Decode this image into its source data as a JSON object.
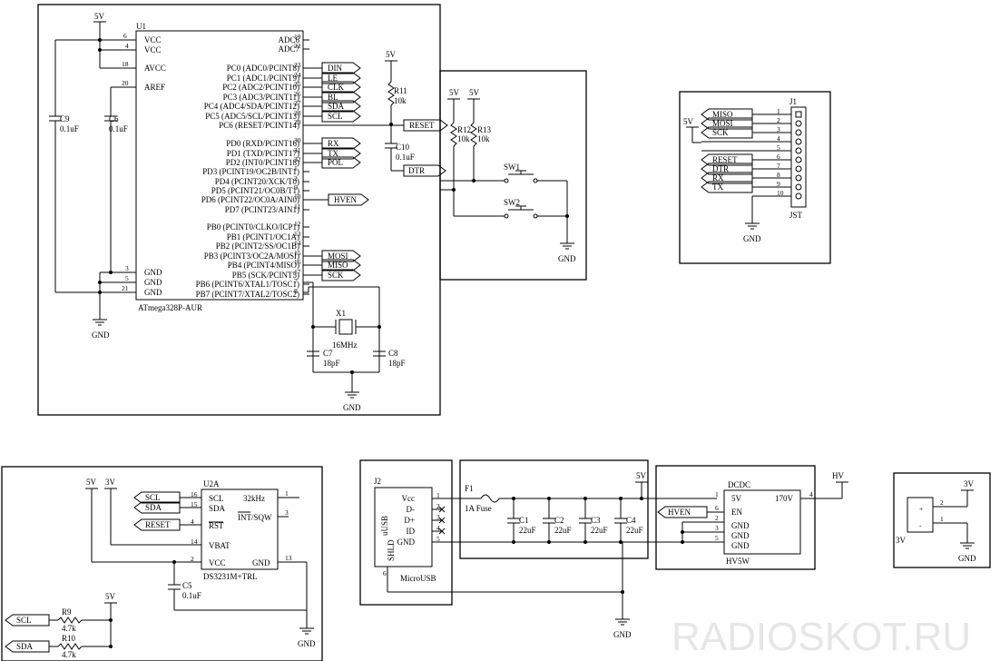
{
  "watermark": "RADIOSKOT.RU",
  "mcu": {
    "ref": "U1",
    "part": "ATmega328P-AUR",
    "rail_5v": "5V",
    "gnd": "GND",
    "power_pins": [
      {
        "num": "6",
        "name": "VCC"
      },
      {
        "num": "4",
        "name": "VCC"
      },
      {
        "num": "18",
        "name": "AVCC"
      },
      {
        "num": "20",
        "name": "AREF"
      }
    ],
    "gnd_pins": [
      {
        "num": "3",
        "name": "GND"
      },
      {
        "num": "5",
        "name": "GND"
      },
      {
        "num": "21",
        "name": "GND"
      }
    ],
    "right_pins": [
      {
        "num": "19",
        "name": "ADC6",
        "net": ""
      },
      {
        "num": "22",
        "name": "ADC7",
        "net": ""
      },
      {
        "num": "23",
        "name": "PC0 (ADC0/PCINT8)",
        "net": "DIN"
      },
      {
        "num": "24",
        "name": "PC1 (ADC1/PCINT9)",
        "net": "LE"
      },
      {
        "num": "25",
        "name": "PC2 (ADC2/PCINT10)",
        "net": "CLK"
      },
      {
        "num": "26",
        "name": "PC3 (ADC3/PCINT11)",
        "net": "BL"
      },
      {
        "num": "27",
        "name": "PC4 (ADC4/SDA/PCINT12)",
        "net": "SDA"
      },
      {
        "num": "28",
        "name": "PC5 (ADC5/SCL/PCINT13)",
        "net": "SCL"
      },
      {
        "num": "29",
        "name": "PC6 (RESET/PCINT14)",
        "net": "RESET"
      },
      {
        "num": "30",
        "name": "PD0 (RXD/PCINT16)",
        "net": "RX"
      },
      {
        "num": "31",
        "name": "PD1 (TXD/PCINT17)",
        "net": "TX"
      },
      {
        "num": "32",
        "name": "PD2 (INT0/PCINT18)",
        "net": "POL"
      },
      {
        "num": "1",
        "name": "PD3 (PCINT19/OC2B/INT1)",
        "net": ""
      },
      {
        "num": "2",
        "name": "PD4 (PCINT20/XCK/T0)",
        "net": ""
      },
      {
        "num": "9",
        "name": "PD5 (PCINT21/OC0B/T1)",
        "net": ""
      },
      {
        "num": "10",
        "name": "PD6 (PCINT22/OC0A/AIN0)",
        "net": "HVEN"
      },
      {
        "num": "11",
        "name": "PD7 (PCINT23/AIN1)",
        "net": ""
      },
      {
        "num": "12",
        "name": "PB0 (PCINT0/CLKO/ICP1)",
        "net": ""
      },
      {
        "num": "13",
        "name": "PB1 (PCINT1/OC1A)",
        "net": ""
      },
      {
        "num": "14",
        "name": "PB2 (PCINT2/SS/OC1B)",
        "net": ""
      },
      {
        "num": "15",
        "name": "PB3 (PCINT3/OC2A/MOSI)",
        "net": "MOSI"
      },
      {
        "num": "16",
        "name": "PB4 (PCINT4/MISO)",
        "net": "MISO"
      },
      {
        "num": "17",
        "name": "PB5 (SCK/PCINT5)",
        "net": "SCK"
      },
      {
        "num": "7",
        "name": "PB6 (PCINT6/XTAL1/TOSC1)",
        "net": ""
      },
      {
        "num": "8",
        "name": "PB7 (PCINT7/XTAL2/TOSC2)",
        "net": ""
      }
    ],
    "caps": [
      {
        "ref": "C9",
        "value": "0.1uF"
      },
      {
        "ref": "C6",
        "value": "0.1uF"
      }
    ],
    "crystal": {
      "ref": "X1",
      "value": "16MHz"
    },
    "xtal_caps": [
      {
        "ref": "C7",
        "value": "18pF"
      },
      {
        "ref": "C8",
        "value": "18pF"
      }
    ],
    "reset_r": {
      "ref": "R11",
      "value": "10k"
    },
    "reset_c": {
      "ref": "C10",
      "value": "0.1uF"
    },
    "dtr_net": "DTR"
  },
  "buttons": {
    "r1": {
      "ref": "R12",
      "value": "10k"
    },
    "r2": {
      "ref": "R13",
      "value": "10k"
    },
    "rail": "5V",
    "sw1": "SW1",
    "sw2": "SW2",
    "gnd": "GND"
  },
  "jst": {
    "ref": "J1",
    "part": "JST",
    "rail": "5V",
    "gnd": "GND",
    "pins": [
      {
        "num": "1",
        "net": "MISO"
      },
      {
        "num": "2",
        "net": "MOSI"
      },
      {
        "num": "3",
        "net": "SCK"
      },
      {
        "num": "4",
        "net": ""
      },
      {
        "num": "5",
        "net": ""
      },
      {
        "num": "6",
        "net": "RESET"
      },
      {
        "num": "7",
        "net": "DTR"
      },
      {
        "num": "8",
        "net": "RX"
      },
      {
        "num": "9",
        "net": "TX"
      },
      {
        "num": "10",
        "net": ""
      }
    ]
  },
  "rtc": {
    "ref": "U2A",
    "part": "DS3231M+TRL",
    "rail_5v": "5V",
    "rail_3v": "3V",
    "gnd": "GND",
    "left_pins": [
      {
        "num": "16",
        "name": "SCL",
        "net": "SCL"
      },
      {
        "num": "15",
        "name": "SDA",
        "net": "SDA"
      },
      {
        "num": "4",
        "name": "RST",
        "net": "RESET"
      },
      {
        "num": "14",
        "name": "VBAT",
        "net": ""
      },
      {
        "num": "2",
        "name": "VCC",
        "net": ""
      }
    ],
    "right_pins": [
      {
        "num": "1",
        "name": "32kHz"
      },
      {
        "num": "3",
        "name": "INT/SQW"
      },
      {
        "num": "13",
        "name": "GND"
      }
    ],
    "cap": {
      "ref": "C5",
      "value": "0.1uF"
    },
    "pullups": [
      {
        "net": "SCL",
        "ref": "R9",
        "value": "4.7k"
      },
      {
        "net": "SDA",
        "ref": "R10",
        "value": "4.7k"
      }
    ]
  },
  "usb": {
    "ref": "J2",
    "part": "MicroUSB",
    "vlabel": "uUSB",
    "shld": "SHLD",
    "pins": [
      {
        "num": "1",
        "name": "Vcc"
      },
      {
        "num": "2",
        "name": "D-"
      },
      {
        "num": "3",
        "name": "D+"
      },
      {
        "num": "4",
        "name": "ID"
      },
      {
        "num": "5",
        "name": "GND"
      }
    ],
    "shld_pin": "6",
    "gnd": "GND"
  },
  "power": {
    "fuse_ref": "F1",
    "fuse_value": "1A Fuse",
    "rail": "5V",
    "caps": [
      {
        "ref": "C1",
        "value": "22uF"
      },
      {
        "ref": "C2",
        "value": "22uF"
      },
      {
        "ref": "C3",
        "value": "22uF"
      },
      {
        "ref": "C4",
        "value": "22uF"
      }
    ]
  },
  "dcdc": {
    "ref": "DCDC",
    "part": "HV5W",
    "hv_rail": "HV",
    "en_net": "HVEN",
    "pins": [
      {
        "num": "1",
        "name": "5V"
      },
      {
        "num": "6",
        "name": "EN"
      },
      {
        "num": "2",
        "name": "GND"
      },
      {
        "num": "3",
        "name": "GND"
      },
      {
        "num": "5",
        "name": "GND"
      }
    ],
    "out_pin": {
      "num": "4",
      "name": "170V"
    }
  },
  "battery": {
    "rail": "3V",
    "label": "3V",
    "gnd": "GND",
    "pins": [
      {
        "num": "2",
        "sign": "+"
      },
      {
        "num": "1",
        "sign": "-"
      }
    ]
  }
}
